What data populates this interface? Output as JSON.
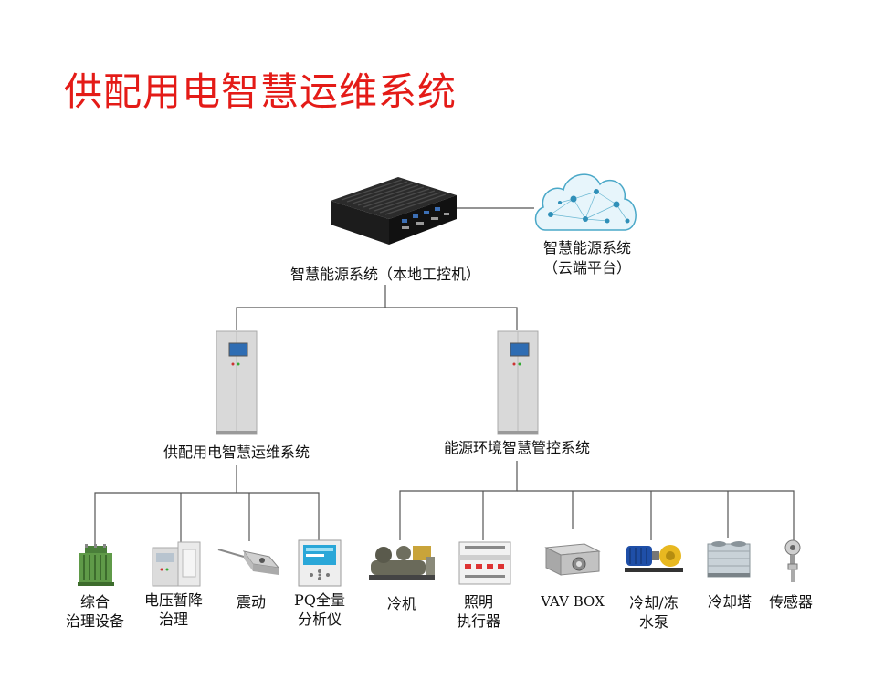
{
  "title": "供配用电智慧运维系统",
  "center_node": {
    "label": "智慧能源系统（本地工控机）"
  },
  "cloud_node": {
    "label_line1": "智慧能源系统",
    "label_line2": "（云端平台）"
  },
  "subsystems": {
    "left": {
      "label": "供配用电智慧运维系统"
    },
    "right": {
      "label": "能源环境智慧管控系统"
    }
  },
  "devices_left": [
    {
      "line1": "综合",
      "line2": "治理设备",
      "icon": "transformer-icon"
    },
    {
      "line1": "电压暂降",
      "line2": "治理",
      "icon": "voltage-cabinet-icon"
    },
    {
      "line1": "震动",
      "line2": "",
      "icon": "vibration-sensor-icon"
    },
    {
      "line1": "PQ全量",
      "line2": "分析仪",
      "icon": "pq-analyzer-icon"
    }
  ],
  "devices_right": [
    {
      "line1": "冷机",
      "line2": "",
      "icon": "chiller-icon"
    },
    {
      "line1": "照明",
      "line2": "执行器",
      "icon": "lighting-actuator-icon"
    },
    {
      "line1": "VAV BOX",
      "line2": "",
      "icon": "vav-box-icon"
    },
    {
      "line1": "冷却/冻",
      "line2": "水泵",
      "icon": "water-pump-icon"
    },
    {
      "line1": "冷却塔",
      "line2": "",
      "icon": "cooling-tower-icon"
    },
    {
      "line1": "传感器",
      "line2": "",
      "icon": "sensor-icon"
    }
  ],
  "colors": {
    "title": "#e41b17",
    "line": "#555555",
    "cloud": "#4aa8c8",
    "cabinet": "#d9d9d9",
    "screen": "#2f6db3"
  }
}
